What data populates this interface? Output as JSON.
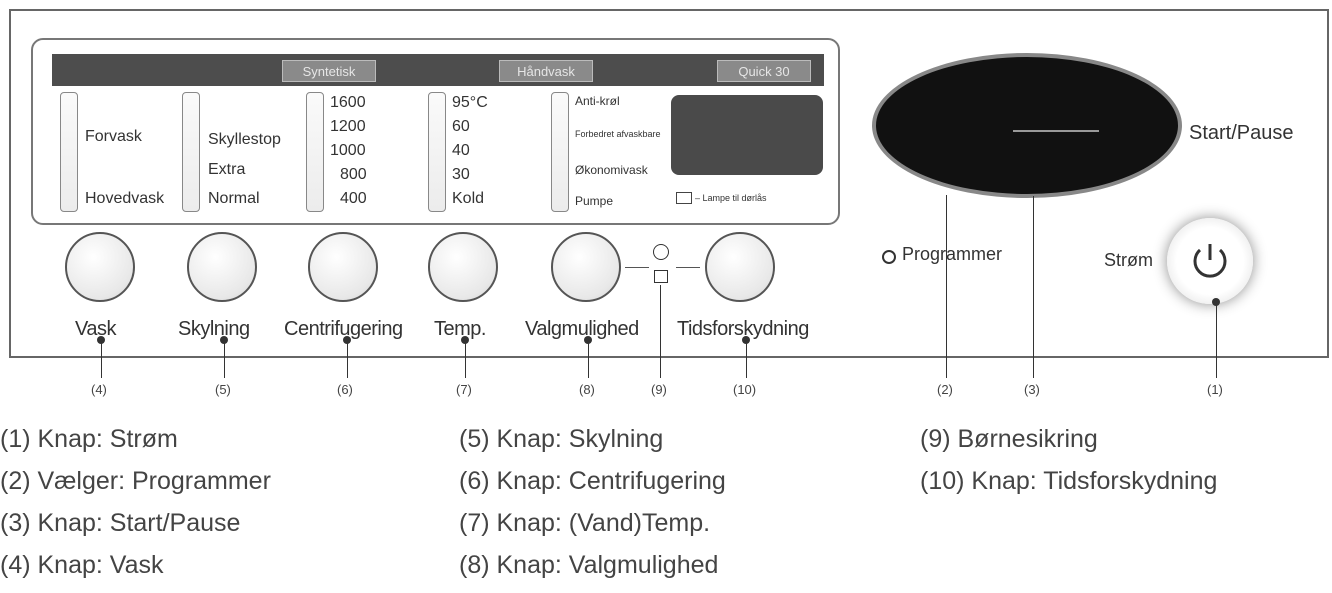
{
  "display": {
    "programs": [
      "Syntetisk",
      "Håndvask",
      "Quick 30"
    ],
    "wash": [
      "Forvask",
      "Hovedvask"
    ],
    "rinse": [
      "Skyllestop",
      "Extra",
      "Normal"
    ],
    "spin": [
      "1600",
      "1200",
      "1000",
      "800",
      "400"
    ],
    "temp": [
      "95°C",
      "60",
      "40",
      "30",
      "Kold"
    ],
    "options": [
      "Anti-krøl",
      "Forbedret afvaskbare",
      "Økonomivask",
      "Pumpe"
    ],
    "door_lamp": "– Lampe til dørlås"
  },
  "knobs": [
    "Vask",
    "Skylning",
    "Centrifugering",
    "Temp.",
    "Valgmulighed",
    "Tidsforskydning"
  ],
  "controls": {
    "start_pause": "Start/Pause",
    "programmer": "Programmer",
    "power": "Strøm"
  },
  "callouts": [
    "(4)",
    "(5)",
    "(6)",
    "(7)",
    "(8)",
    "(9)",
    "(10)",
    "(2)",
    "(3)",
    "(1)"
  ],
  "legend": [
    "(1) Knap: Strøm",
    "(2) Vælger: Programmer",
    "(3) Knap: Start/Pause",
    "(4) Knap: Vask",
    "(5) Knap: Skylning",
    "(6) Knap: Centrifugering",
    "(7) Knap: (Vand)Temp.",
    "(8) Knap: Valgmulighed",
    "(9) Børnesikring",
    "(10)  Knap: Tidsforskydning"
  ]
}
